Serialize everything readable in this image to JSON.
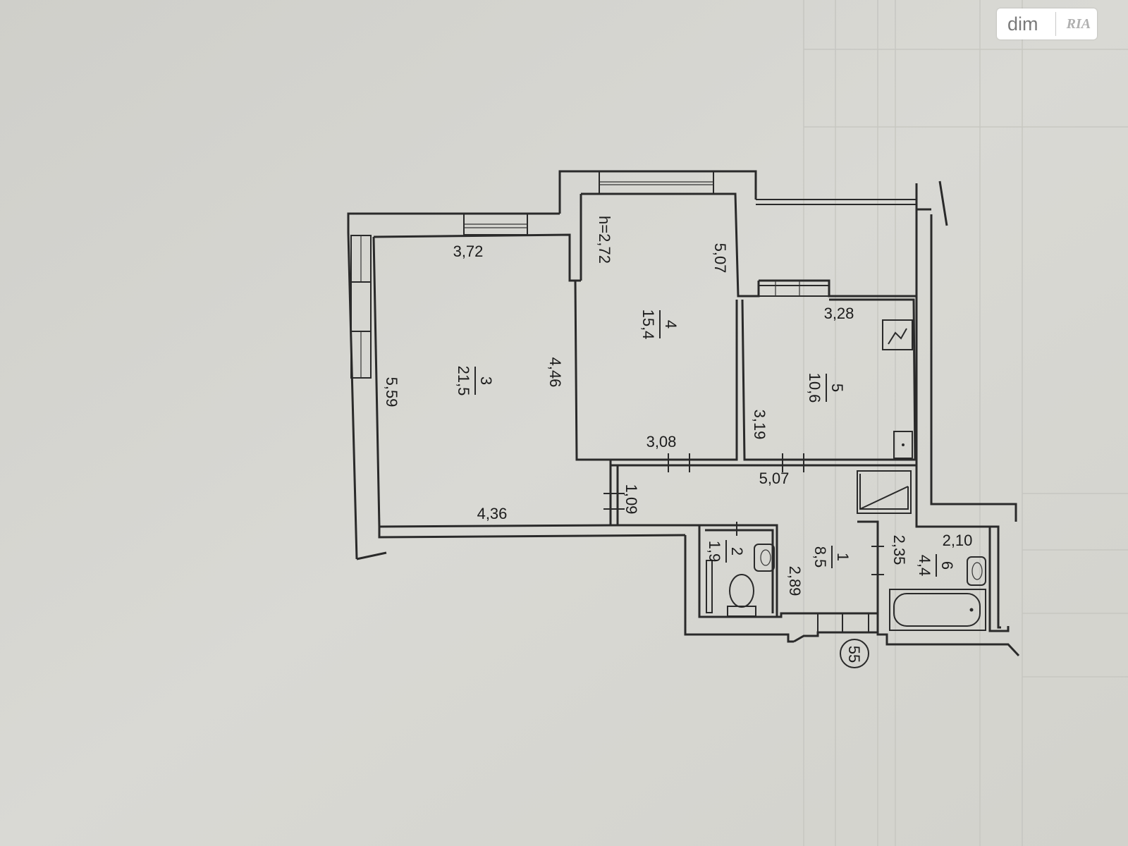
{
  "watermark": {
    "brand_text": "dim",
    "logo_text": "RIA"
  },
  "plan": {
    "ceiling_height": "h=2,72",
    "apartment_number": "55",
    "rooms": [
      {
        "number": "1",
        "area": "8,5"
      },
      {
        "number": "2",
        "area": "1,9"
      },
      {
        "number": "3",
        "area": "21,5"
      },
      {
        "number": "4",
        "area": "15,4"
      },
      {
        "number": "5",
        "area": "10,6"
      },
      {
        "number": "6",
        "area": "4,4"
      }
    ],
    "dimensions": [
      "3,72",
      "5,59",
      "4,46",
      "4,36",
      "5,07",
      "3,08",
      "3,28",
      "3,19",
      "5,07",
      "1,09",
      "2,89",
      "2,35",
      "2,10"
    ]
  }
}
